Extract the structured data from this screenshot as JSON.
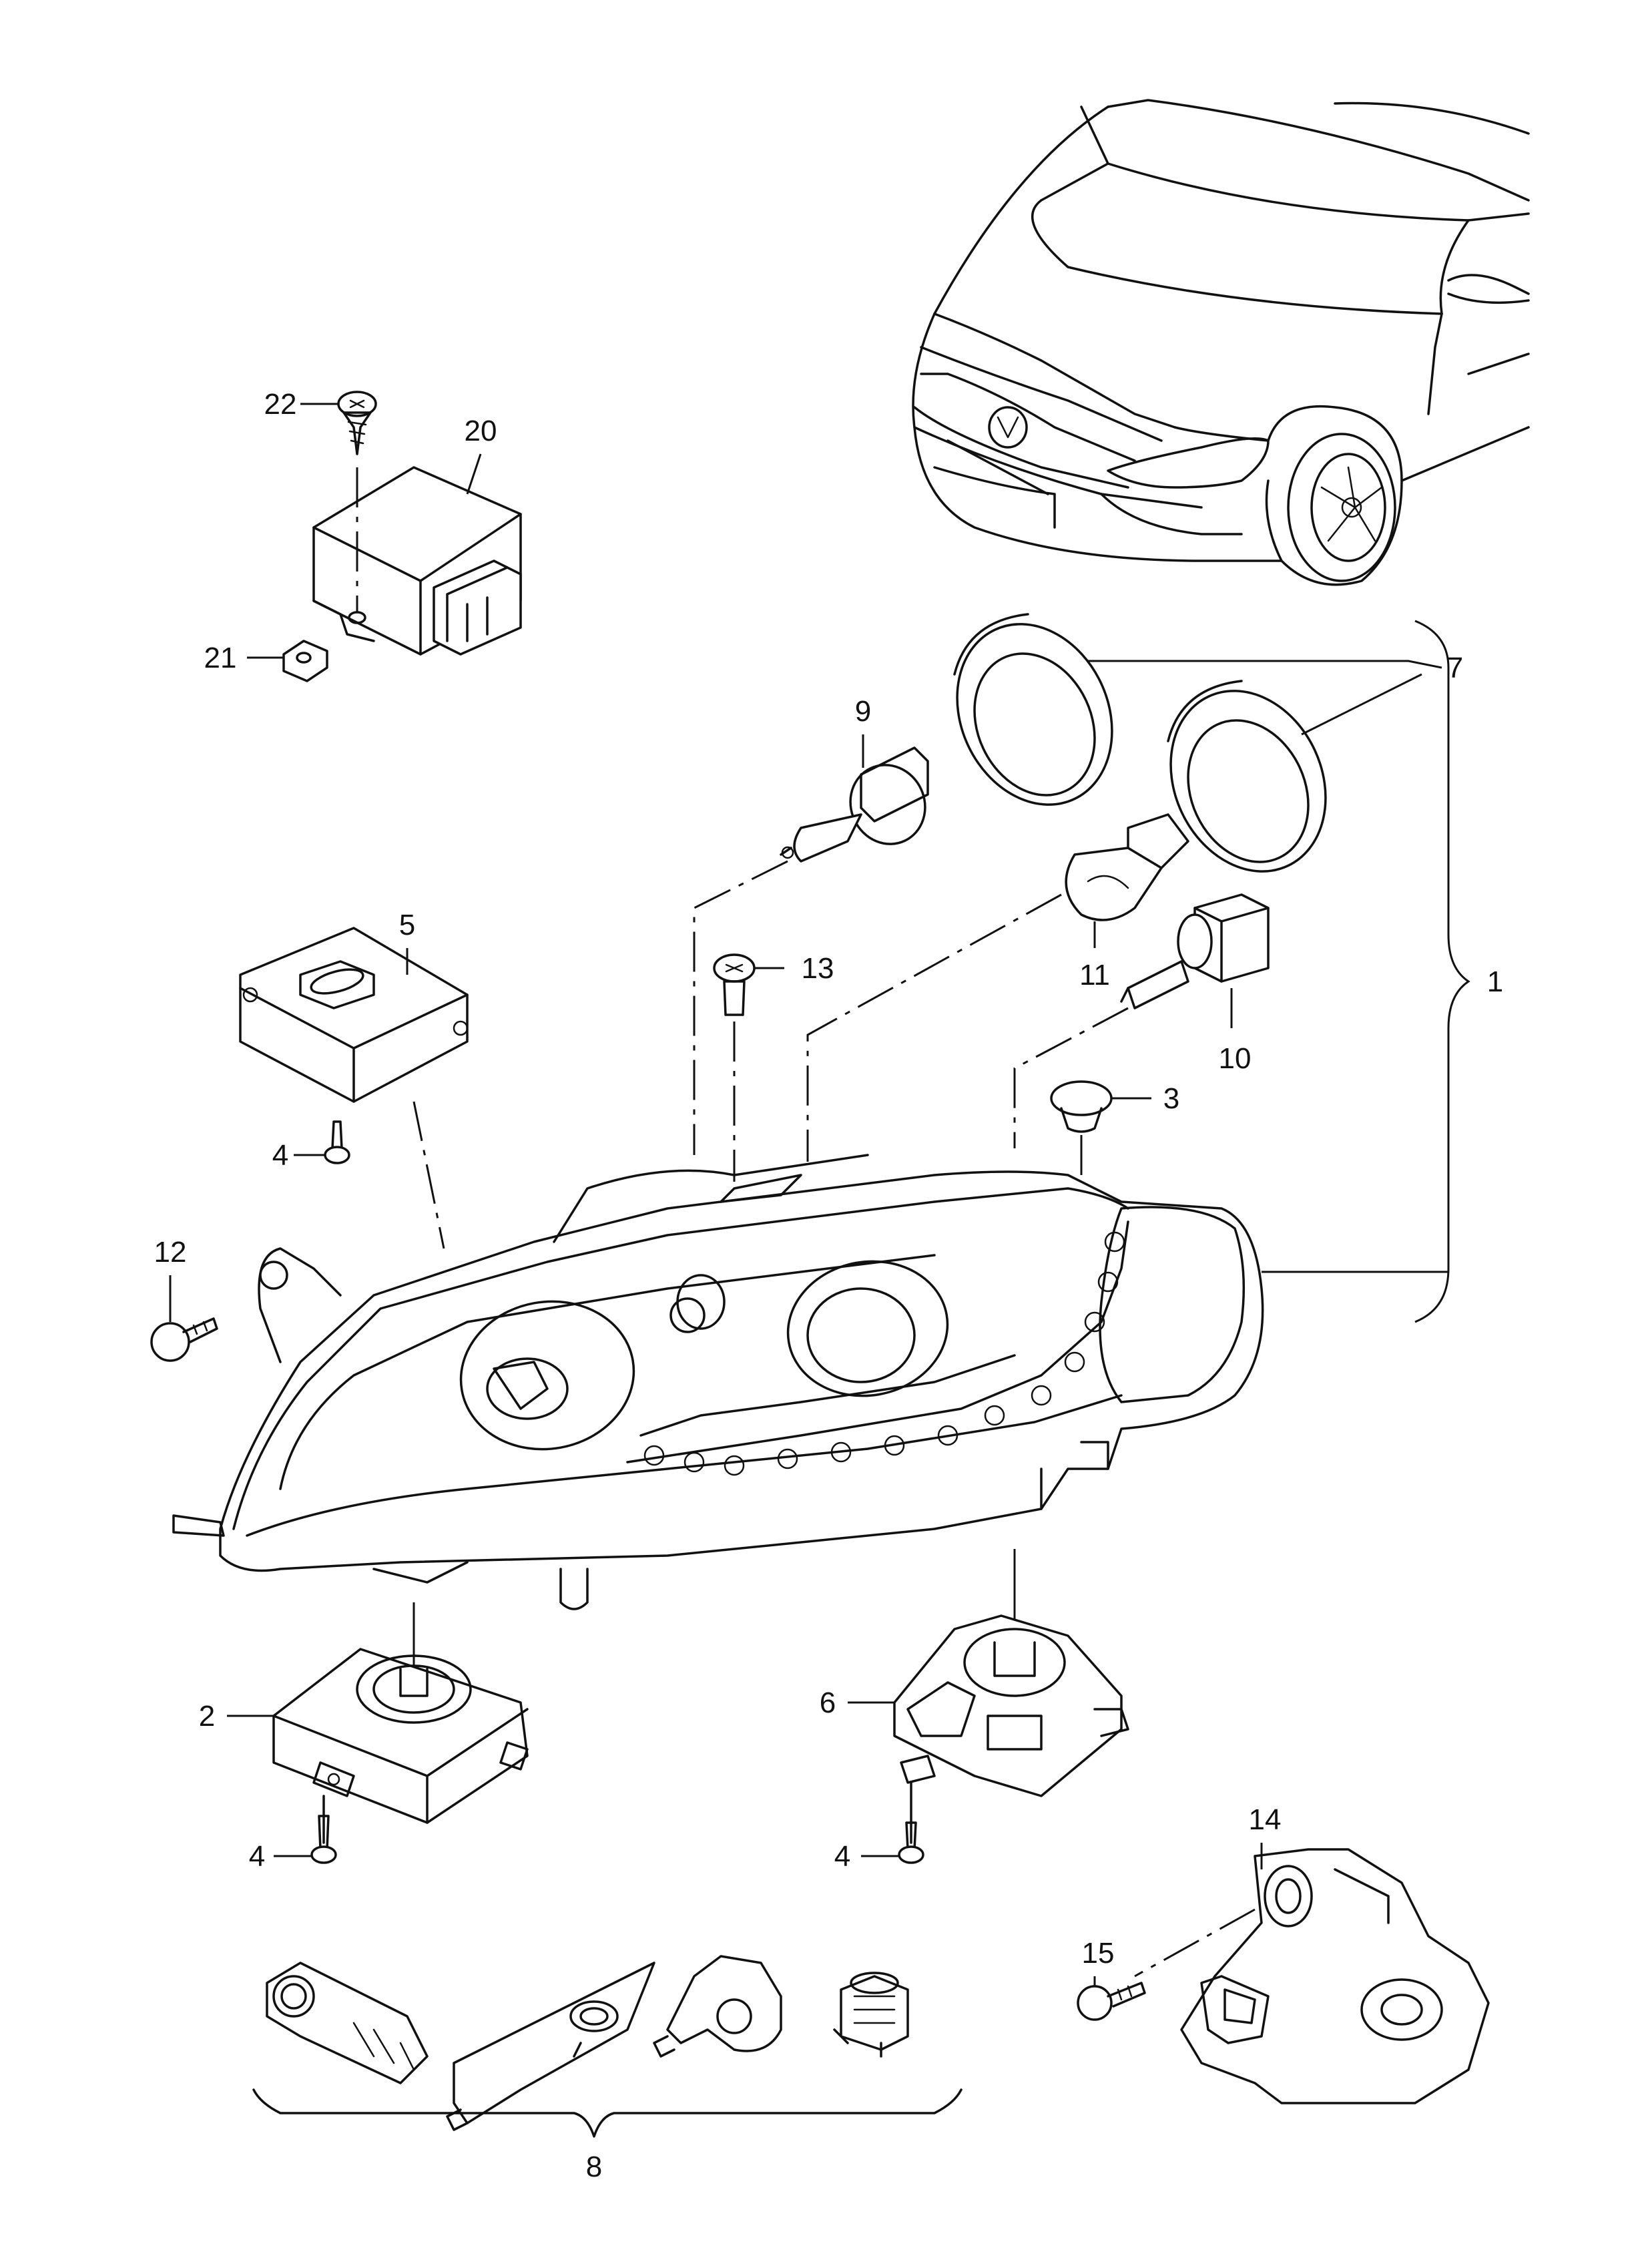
{
  "labels": {
    "l1": "1",
    "l2": "2",
    "l3": "3",
    "l4a": "4",
    "l4b": "4",
    "l4c": "4",
    "l5": "5",
    "l6": "6",
    "l7": "7",
    "l8": "8",
    "l9": "9",
    "l10": "10",
    "l11": "11",
    "l12": "12",
    "l13": "13",
    "l14": "14",
    "l15": "15",
    "l20": "20",
    "l21": "21",
    "l22": "22"
  },
  "colors": {
    "line": "#111111",
    "background": "#ffffff"
  }
}
